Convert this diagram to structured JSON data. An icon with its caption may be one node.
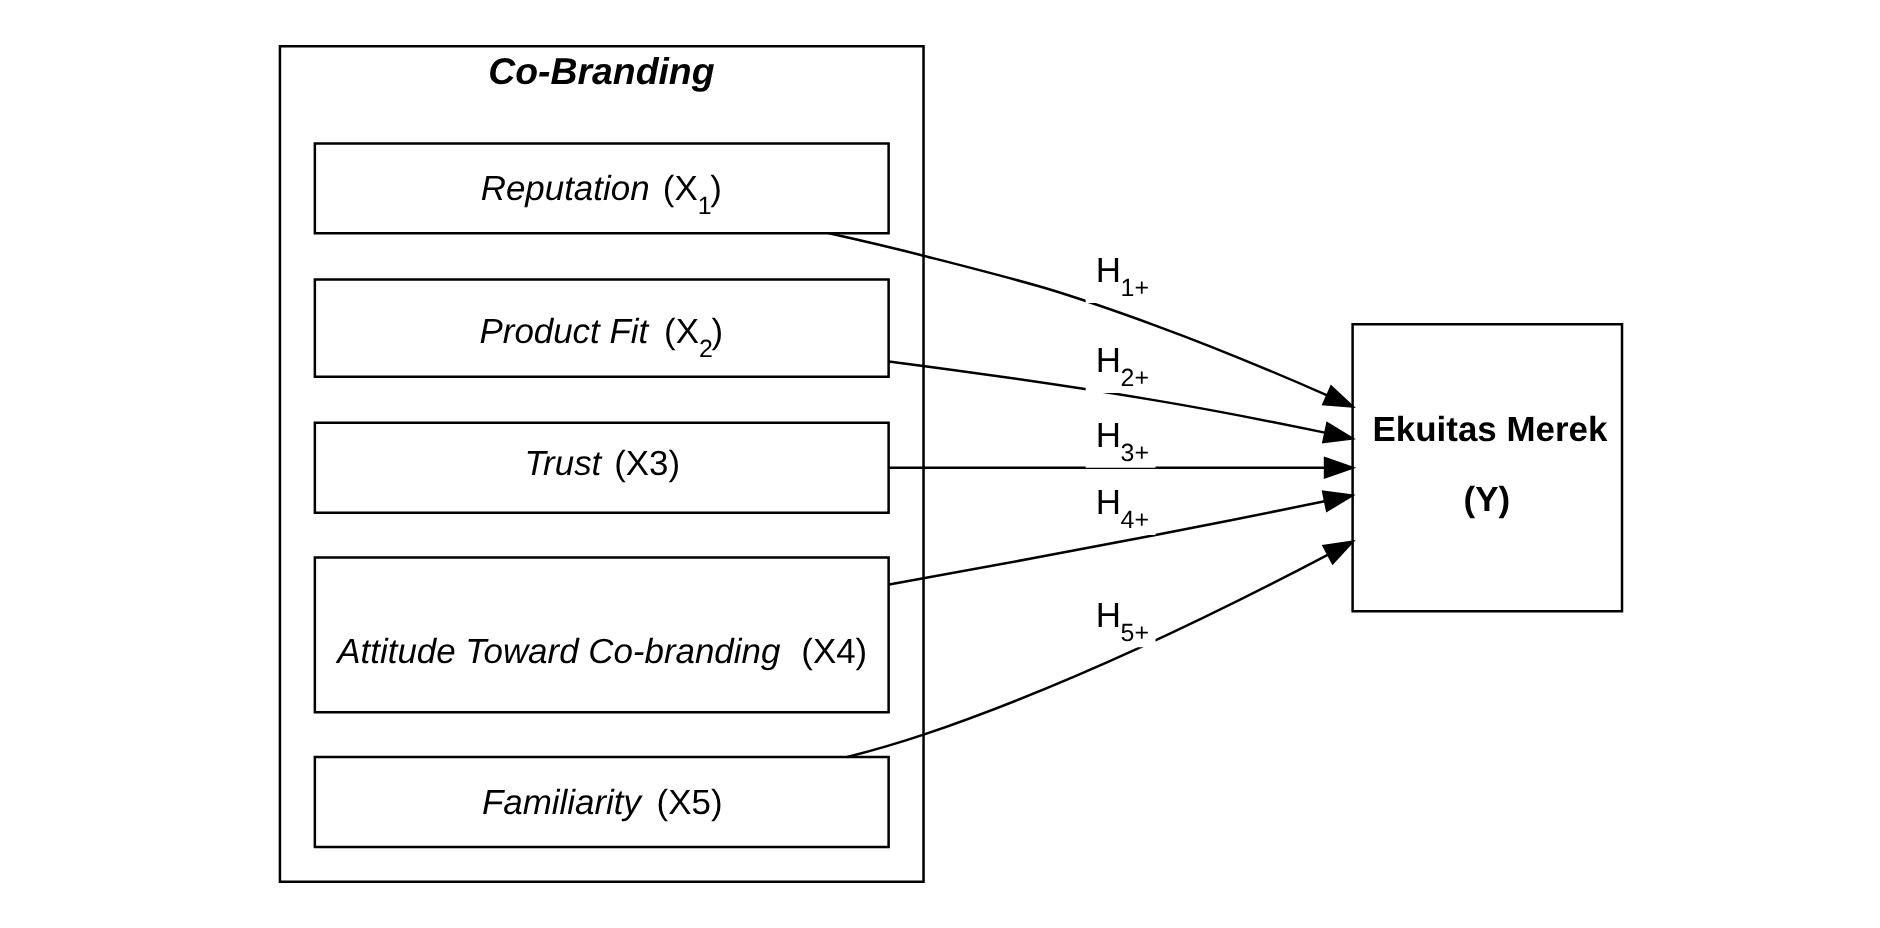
{
  "diagram": {
    "nodes": [
      {
        "text": [
          "Co-Branding"
        ]
      },
      {
        "text": [
          "*Reputation* (X$_{1}$)"
        ],
        "in": 0
      },
      {
        "text": [
          "*Product Fit* (X$_{2}$)"
        ],
        "in": 0
      },
      {
        "text": [
          "*Trust* (X3)"
        ],
        "in": 0
      },
      {
        "text": [
          "*Attitude Toward Co-branding* (X4)"
        ],
        "in": 0
      },
      {
        "text": [
          "*Familiarity* (X5)"
        ],
        "in": 0
      },
      {
        "text": [
          "Ekuitas Merek",
          "(Y)"
        ]
      }
    ],
    "edges": [
      {
        "from": 1,
        "to": 6,
        "arrow": "to",
        "label": "H$_{1+}$"
      },
      {
        "from": 2,
        "to": 6,
        "arrow": "to",
        "label": "H$_{2+}$"
      },
      {
        "from": 3,
        "to": 6,
        "arrow": "to",
        "label": "H$_{3+}$"
      },
      {
        "from": 4,
        "to": 6,
        "arrow": "to",
        "label": "H$_{4+}$"
      },
      {
        "from": 5,
        "to": 6,
        "arrow": "to",
        "label": "H$_{5+}$"
      }
    ]
  }
}
